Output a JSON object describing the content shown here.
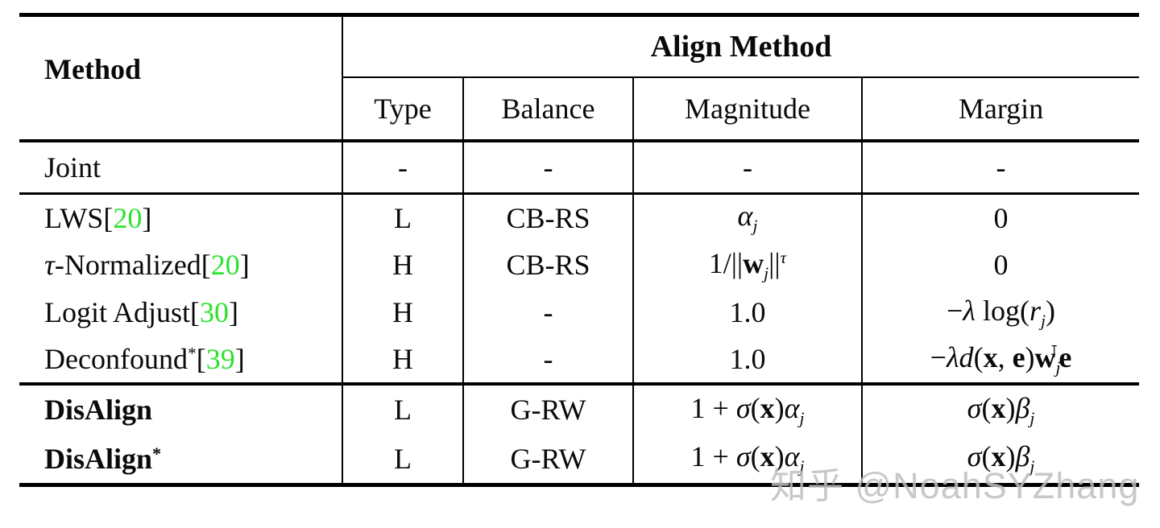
{
  "colors": {
    "citation_green": "#2ce32c",
    "watermark_gray": "#bfbfbf",
    "rule_black": "#000000"
  },
  "watermark": "知乎 @NoahSYZhang",
  "table": {
    "header": {
      "method": "Method",
      "align_method": "Align Method",
      "columns": [
        "Type",
        "Balance",
        "Magnitude",
        "Margin"
      ]
    },
    "rows": [
      {
        "method": [
          {
            "t": "Joint",
            "s": "r"
          }
        ],
        "type": "-",
        "balance": "-",
        "magnitude": [
          {
            "t": "-",
            "s": "r"
          }
        ],
        "margin": [
          {
            "t": "-",
            "s": "r"
          }
        ]
      },
      {
        "method": [
          {
            "t": "LWS[",
            "s": "r"
          },
          {
            "t": "20",
            "s": "g"
          },
          {
            "t": "]",
            "s": "r"
          }
        ],
        "type": "L",
        "balance": "CB-RS",
        "magnitude": [
          {
            "t": "α",
            "s": "i"
          },
          {
            "t": "j",
            "s": "sub"
          }
        ],
        "margin": [
          {
            "t": "0",
            "s": "r"
          }
        ]
      },
      {
        "method": [
          {
            "t": "τ",
            "s": "i"
          },
          {
            "t": "-Normalized[",
            "s": "r"
          },
          {
            "t": "20",
            "s": "g"
          },
          {
            "t": "]",
            "s": "r"
          }
        ],
        "type": "H",
        "balance": "CB-RS",
        "magnitude": [
          {
            "t": "1/||",
            "s": "r"
          },
          {
            "t": "w",
            "s": "b"
          },
          {
            "t": "j",
            "s": "sub"
          },
          {
            "t": "||",
            "s": "r"
          },
          {
            "t": "τ",
            "s": "supi"
          }
        ],
        "margin": [
          {
            "t": "0",
            "s": "r"
          }
        ]
      },
      {
        "method": [
          {
            "t": "Logit Adjust[",
            "s": "r"
          },
          {
            "t": "30",
            "s": "g"
          },
          {
            "t": "]",
            "s": "r"
          }
        ],
        "type": "H",
        "balance": "-",
        "magnitude": [
          {
            "t": "1.0",
            "s": "r"
          }
        ],
        "margin": [
          {
            "t": "−",
            "s": "r"
          },
          {
            "t": "λ",
            "s": "i"
          },
          {
            "t": " log(",
            "s": "r"
          },
          {
            "t": "r",
            "s": "i"
          },
          {
            "t": "j",
            "s": "sub"
          },
          {
            "t": ")",
            "s": "r"
          }
        ]
      },
      {
        "method": [
          {
            "t": "Deconfound",
            "s": "r"
          },
          {
            "t": "*",
            "s": "sup"
          },
          {
            "t": "[",
            "s": "r"
          },
          {
            "t": "39",
            "s": "g"
          },
          {
            "t": "]",
            "s": "r"
          }
        ],
        "type": "H",
        "balance": "-",
        "magnitude": [
          {
            "t": "1.0",
            "s": "r"
          }
        ],
        "margin": [
          {
            "t": "−",
            "s": "r"
          },
          {
            "t": "λd",
            "s": "i"
          },
          {
            "t": "(",
            "s": "r"
          },
          {
            "t": "x",
            "s": "b"
          },
          {
            "t": ", ",
            "s": "r"
          },
          {
            "t": "e",
            "s": "b"
          },
          {
            "t": ")",
            "s": "r"
          },
          {
            "t": "w",
            "s": "b"
          },
          {
            "t": "j",
            "s": "sub"
          },
          {
            "t": "⊺",
            "s": "supn"
          },
          {
            "t": "e",
            "s": "b"
          }
        ]
      },
      {
        "method": [
          {
            "t": "DisAlign",
            "s": "bold"
          }
        ],
        "type": "L",
        "balance": "G-RW",
        "magnitude": [
          {
            "t": "1 + ",
            "s": "r"
          },
          {
            "t": "σ",
            "s": "i"
          },
          {
            "t": "(",
            "s": "r"
          },
          {
            "t": "x",
            "s": "b"
          },
          {
            "t": ")",
            "s": "r"
          },
          {
            "t": "α",
            "s": "i"
          },
          {
            "t": "j",
            "s": "sub"
          }
        ],
        "margin": [
          {
            "t": "σ",
            "s": "i"
          },
          {
            "t": "(",
            "s": "r"
          },
          {
            "t": "x",
            "s": "b"
          },
          {
            "t": ")",
            "s": "r"
          },
          {
            "t": "β",
            "s": "i"
          },
          {
            "t": "j",
            "s": "sub"
          }
        ]
      },
      {
        "method": [
          {
            "t": "DisAlign",
            "s": "bold"
          },
          {
            "t": "*",
            "s": "bsup"
          }
        ],
        "type": "L",
        "balance": "G-RW",
        "magnitude": [
          {
            "t": "1 + ",
            "s": "r"
          },
          {
            "t": "σ",
            "s": "i"
          },
          {
            "t": "(",
            "s": "r"
          },
          {
            "t": "x",
            "s": "b"
          },
          {
            "t": ")",
            "s": "r"
          },
          {
            "t": "α",
            "s": "i"
          },
          {
            "t": "j",
            "s": "sub"
          }
        ],
        "margin": [
          {
            "t": "σ",
            "s": "i"
          },
          {
            "t": "(",
            "s": "r"
          },
          {
            "t": "x",
            "s": "b"
          },
          {
            "t": ")",
            "s": "r"
          },
          {
            "t": "β",
            "s": "i"
          },
          {
            "t": "j",
            "s": "sub"
          }
        ]
      }
    ]
  }
}
